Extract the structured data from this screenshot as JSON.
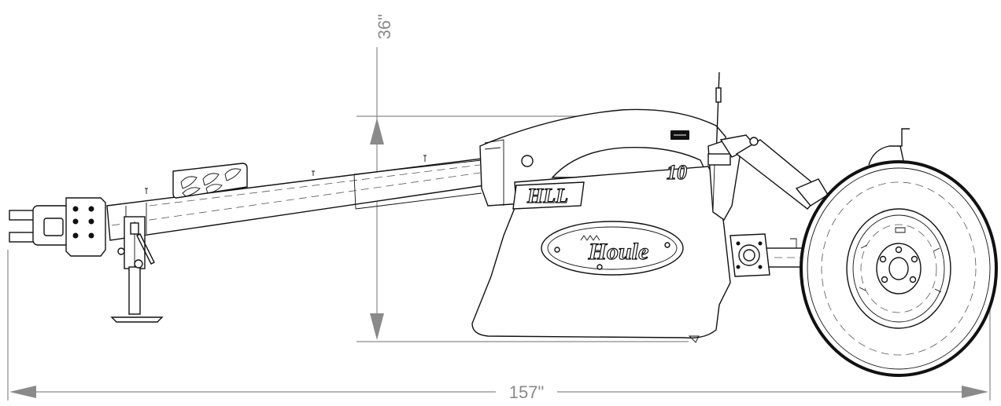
{
  "dimensions": {
    "height_label": "36\"",
    "length_label": "157\""
  },
  "decals": {
    "model": "HLL",
    "size": "10",
    "brand": "Houle"
  },
  "colors": {
    "dimension_lines": "#8a8a8a",
    "outline": "#111111",
    "background": "#ffffff"
  }
}
